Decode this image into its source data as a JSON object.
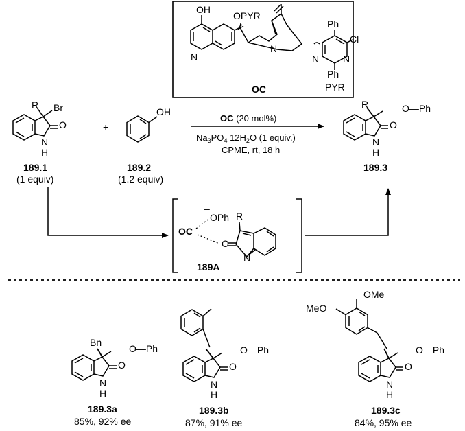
{
  "catalyst": {
    "name": "OC",
    "substituents": {
      "hydroxy": "OH",
      "ether": "OPYR",
      "aryl_1": "Ph",
      "aryl_2": "Ph",
      "halogen": "Cl",
      "group_label": "PYR"
    },
    "ring_atoms": {
      "quinoline_n": "N",
      "bridge_n": "N",
      "pyrimidine_n1": "N",
      "pyrimidine_n2": "N"
    }
  },
  "reactants": [
    {
      "id": "189.1",
      "amount": "(1 equiv)",
      "r": "R",
      "br": "Br",
      "o": "O",
      "nh": "N",
      "h": "H"
    },
    {
      "id": "189.2",
      "amount": "(1.2 equiv)",
      "oh": "OH"
    }
  ],
  "plus": "+",
  "conditions": {
    "catalyst": "OC",
    "loading": "(20 mol%)",
    "base": "Na",
    "base_sub_1": "3",
    "base_mid": "PO",
    "base_sub_2": "4",
    "base_mid_2": " 12H",
    "base_sub_3": "2",
    "base_tail": "O (1 equiv.)",
    "solvent": "CPME, rt, 18 h"
  },
  "product": {
    "id": "189.3",
    "r": "R",
    "oph": "O—Ph",
    "o": "O",
    "n": "N",
    "h": "H"
  },
  "intermediate": {
    "id": "189A",
    "oc": "OC",
    "charge": "–",
    "oph": "OPh",
    "r": "R",
    "o": "O",
    "n": "N"
  },
  "examples": [
    {
      "id": "189.3a",
      "result": "85%, 92% ee",
      "substituent": "Bn",
      "oph": "O—Ph",
      "o": "O",
      "n": "N",
      "h": "H"
    },
    {
      "id": "189.3b",
      "result": "87%, 91% ee",
      "oph": "O—Ph",
      "o": "O",
      "n": "N",
      "h": "H"
    },
    {
      "id": "189.3c",
      "result": "84%, 95% ee",
      "ome_1": "OMe",
      "ome_2": "MeO",
      "oph": "O—Ph",
      "o": "O",
      "n": "N",
      "h": "H"
    }
  ]
}
